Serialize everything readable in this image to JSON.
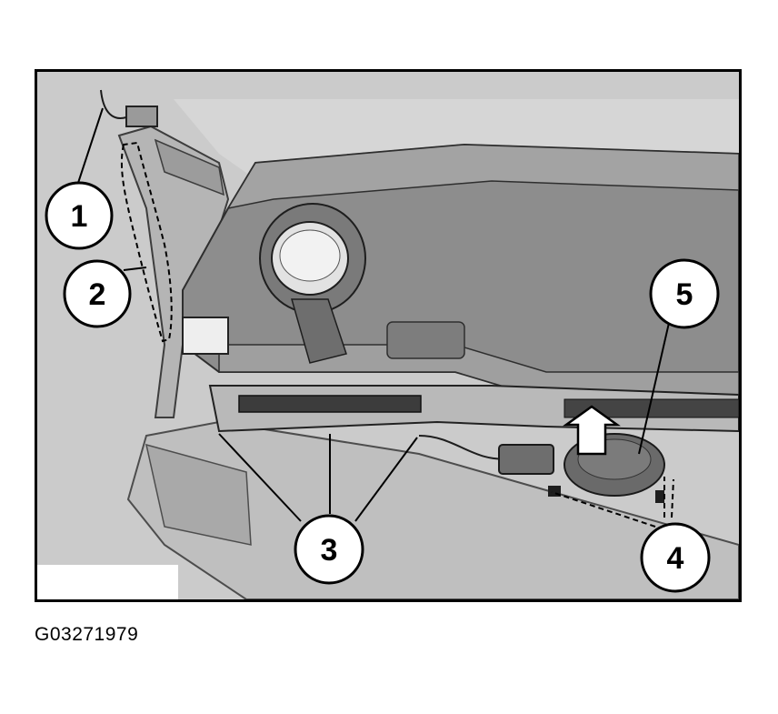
{
  "callouts": [
    {
      "number": "1"
    },
    {
      "number": "2"
    },
    {
      "number": "3"
    },
    {
      "number": "4"
    },
    {
      "number": "5"
    }
  ],
  "figure_code": "G03271979",
  "colors": {
    "background": "#c9c9c9",
    "frame_border": "#000000",
    "callout_fill": "#ffffff",
    "callout_stroke": "#000000"
  }
}
